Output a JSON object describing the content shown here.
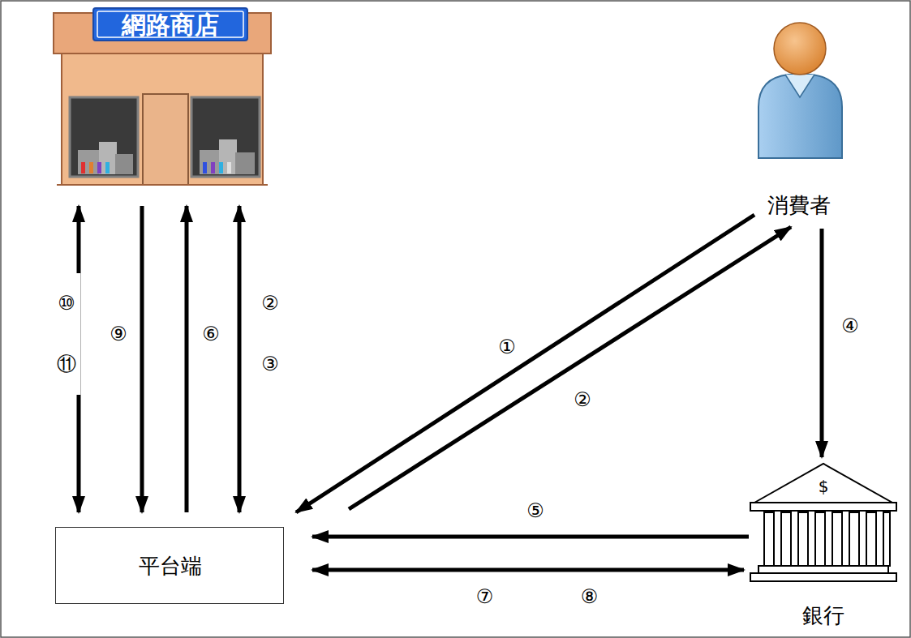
{
  "diagram": {
    "nodes": [
      {
        "text": [
          "網路商店"
        ]
      },
      {
        "text": [
          "消費者"
        ]
      },
      {
        "text": [
          "平台端"
        ]
      },
      {
        "text": [
          "銀行"
        ]
      }
    ],
    "edges": [
      {
        "from": 0,
        "to": 2,
        "arrow": "both",
        "label": "⑩ ⑪"
      },
      {
        "from": 0,
        "to": 2,
        "arrow": "to",
        "label": "⑨"
      },
      {
        "from": 2,
        "to": 0,
        "arrow": "to",
        "label": "⑥"
      },
      {
        "from": 0,
        "to": 2,
        "arrow": "both",
        "label": "② ③"
      },
      {
        "from": 1,
        "to": 2,
        "arrow": "to",
        "label": "①"
      },
      {
        "from": 2,
        "to": 1,
        "arrow": "to",
        "label": "②"
      },
      {
        "from": 1,
        "to": 3,
        "arrow": "to",
        "label": "④"
      },
      {
        "from": 3,
        "to": 2,
        "arrow": "to",
        "label": "⑤"
      },
      {
        "from": 2,
        "to": 3,
        "arrow": "both",
        "label": "⑦ ⑧"
      }
    ],
    "labels": [
      "$"
    ]
  }
}
